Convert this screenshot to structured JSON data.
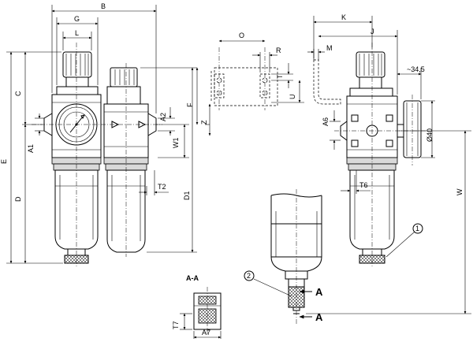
{
  "labels": {
    "B": "B",
    "G": "G",
    "L": "L",
    "C": "C",
    "E": "E",
    "D": "D",
    "A1": "A1",
    "A2": "A2",
    "W1": "W1",
    "Z": "Z",
    "F": "F",
    "D1": "D1",
    "T2": "T2",
    "O": "O",
    "R": "R",
    "T": "T",
    "U": "U",
    "K": "K",
    "J": "J",
    "M": "M",
    "A6": "A6",
    "T6": "T6",
    "dia40": "Ø40",
    "approx345": "~34,5",
    "W": "W",
    "AA": "A-A",
    "T7": "T7",
    "A7": "A7",
    "callout1": "1",
    "callout2": "2",
    "secA_top": "A",
    "secA_bot": "A"
  }
}
